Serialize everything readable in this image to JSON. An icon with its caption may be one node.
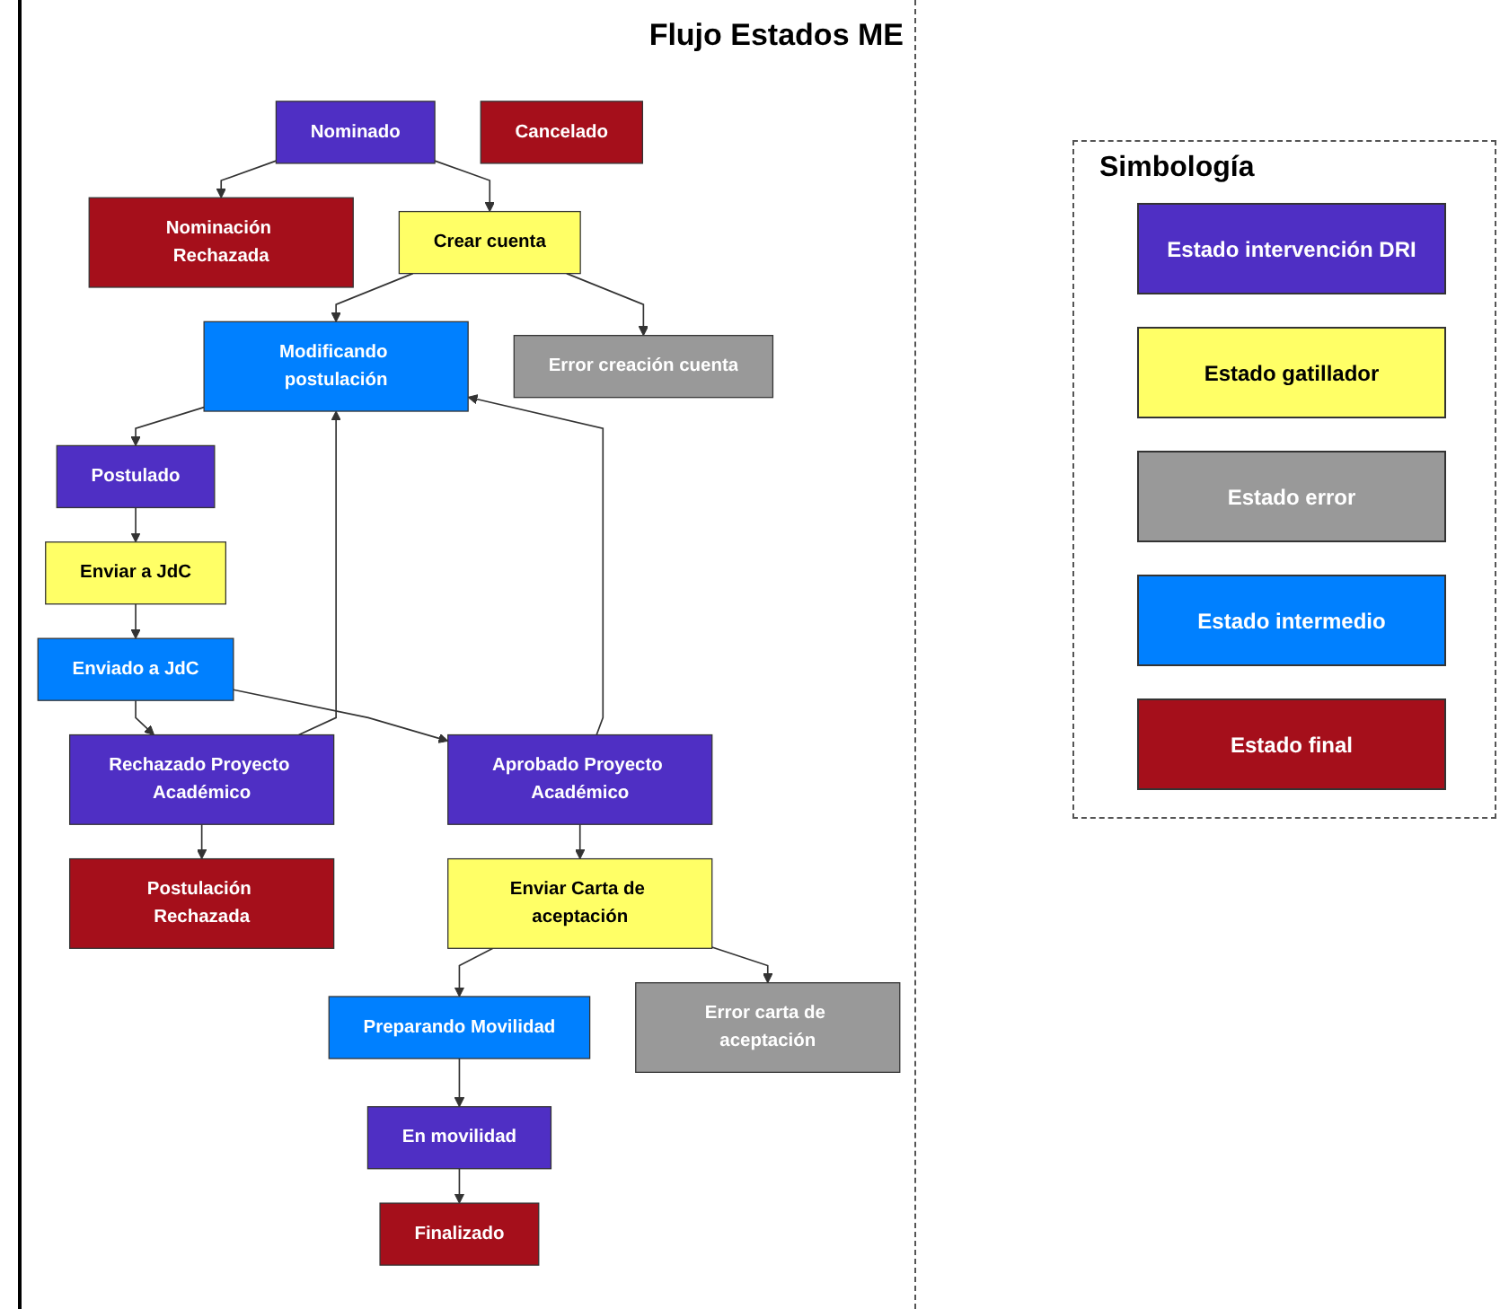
{
  "diagram": {
    "title": "Flujo Estados ME",
    "nodes": [
      {
        "text": [
          "Nominado"
        ]
      },
      {
        "text": [
          "Nominación Rechazada"
        ]
      },
      {
        "text": [
          "Crear cuenta"
        ]
      },
      {
        "text": [
          "Modificando postulación"
        ]
      },
      {
        "text": [
          "Error creación cuenta"
        ]
      },
      {
        "text": [
          "Postulado"
        ]
      },
      {
        "text": [
          "Enviar a JdC"
        ]
      },
      {
        "text": [
          "Cancelado"
        ]
      },
      {
        "text": [
          "Enviado a JdC"
        ]
      },
      {
        "text": [
          "Rechazado Proyecto Académico"
        ]
      },
      {
        "text": [
          "Aprobado Proyecto Académico"
        ]
      },
      {
        "text": [
          "Postulación Rechazada"
        ]
      },
      {
        "text": [
          "Enviar Carta de aceptación"
        ]
      },
      {
        "text": [
          "Preparando Movilidad"
        ]
      },
      {
        "text": [
          "Error carta de aceptación"
        ]
      },
      {
        "text": [
          "En movilidad"
        ]
      },
      {
        "text": [
          "Finalizado"
        ]
      }
    ],
    "edges": [
      {
        "from": 0,
        "to": 1,
        "arrow": "to"
      },
      {
        "from": 0,
        "to": 2,
        "arrow": "to"
      },
      {
        "from": 2,
        "to": 3,
        "arrow": "to"
      },
      {
        "from": 2,
        "to": 4,
        "arrow": "to"
      },
      {
        "from": 3,
        "to": 5,
        "arrow": "to"
      },
      {
        "from": 5,
        "to": 6,
        "arrow": "to"
      },
      {
        "from": 6,
        "to": 8,
        "arrow": "to"
      },
      {
        "from": 8,
        "to": 9,
        "arrow": "to"
      },
      {
        "from": 8,
        "to": 10,
        "arrow": "to"
      },
      {
        "from": 9,
        "to": 3,
        "arrow": "to"
      },
      {
        "from": 9,
        "to": 11,
        "arrow": "to"
      },
      {
        "from": 10,
        "to": 3,
        "arrow": "to"
      },
      {
        "from": 10,
        "to": 12,
        "arrow": "to"
      },
      {
        "from": 12,
        "to": 13,
        "arrow": "to"
      },
      {
        "from": 12,
        "to": 14,
        "arrow": "to"
      },
      {
        "from": 13,
        "to": 15,
        "arrow": "to"
      },
      {
        "from": 15,
        "to": 16,
        "arrow": "to"
      }
    ],
    "labels": [
      "Simbología"
    ],
    "legend": [
      {
        "text": "Estado intervención DRI",
        "color": "#4f2fc4"
      },
      {
        "text": "Estado gatillador",
        "color": "#ffff66"
      },
      {
        "text": "Estado error",
        "color": "#999999"
      },
      {
        "text": "Estado intermedio",
        "color": "#0080ff"
      },
      {
        "text": "Estado final",
        "color": "#a50f1b"
      }
    ]
  }
}
